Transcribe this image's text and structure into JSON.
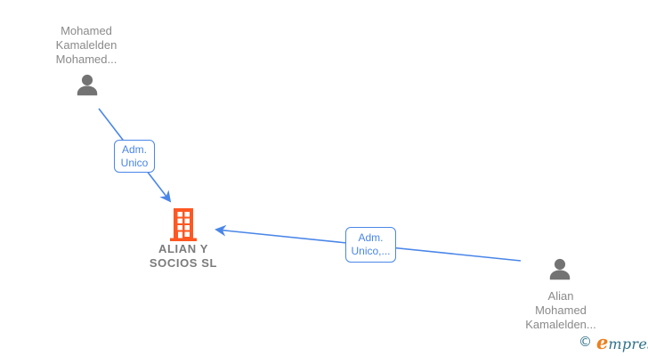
{
  "diagram": {
    "background": "#ffffff",
    "nodes": {
      "person1": {
        "type": "person",
        "name": "Mohamed Kamalelden Mohamed...",
        "lines": [
          "Mohamed",
          "Kamalelden",
          "Mohamed..."
        ],
        "icon": "person-icon"
      },
      "company": {
        "type": "company",
        "name": "ALIAN Y SOCIOS SL",
        "lines": [
          "ALIAN Y",
          "SOCIOS  SL"
        ],
        "icon": "building-icon"
      },
      "person2": {
        "type": "person",
        "name": "Alian Mohamed Kamalelden...",
        "lines": [
          "Alian",
          "Mohamed",
          "Kamalelden..."
        ],
        "icon": "person-icon"
      }
    },
    "edges": [
      {
        "from": "person1",
        "to": "company",
        "label": "Adm. Unico"
      },
      {
        "from": "person2",
        "to": "company",
        "label": "Adm. Unico,..."
      }
    ]
  },
  "watermark": {
    "copyright_symbol": "©",
    "brand_initial": "e",
    "brand_rest": "mpresia"
  },
  "colors": {
    "edge_blue": "#4a86e8",
    "building_orange": "#ff5722",
    "person_gray": "#737373",
    "node_text_gray": "#8a8a8a",
    "company_text_gray": "#7b7b7b",
    "logo_teal": "#2f7089",
    "logo_orange": "#ee7f1e"
  }
}
